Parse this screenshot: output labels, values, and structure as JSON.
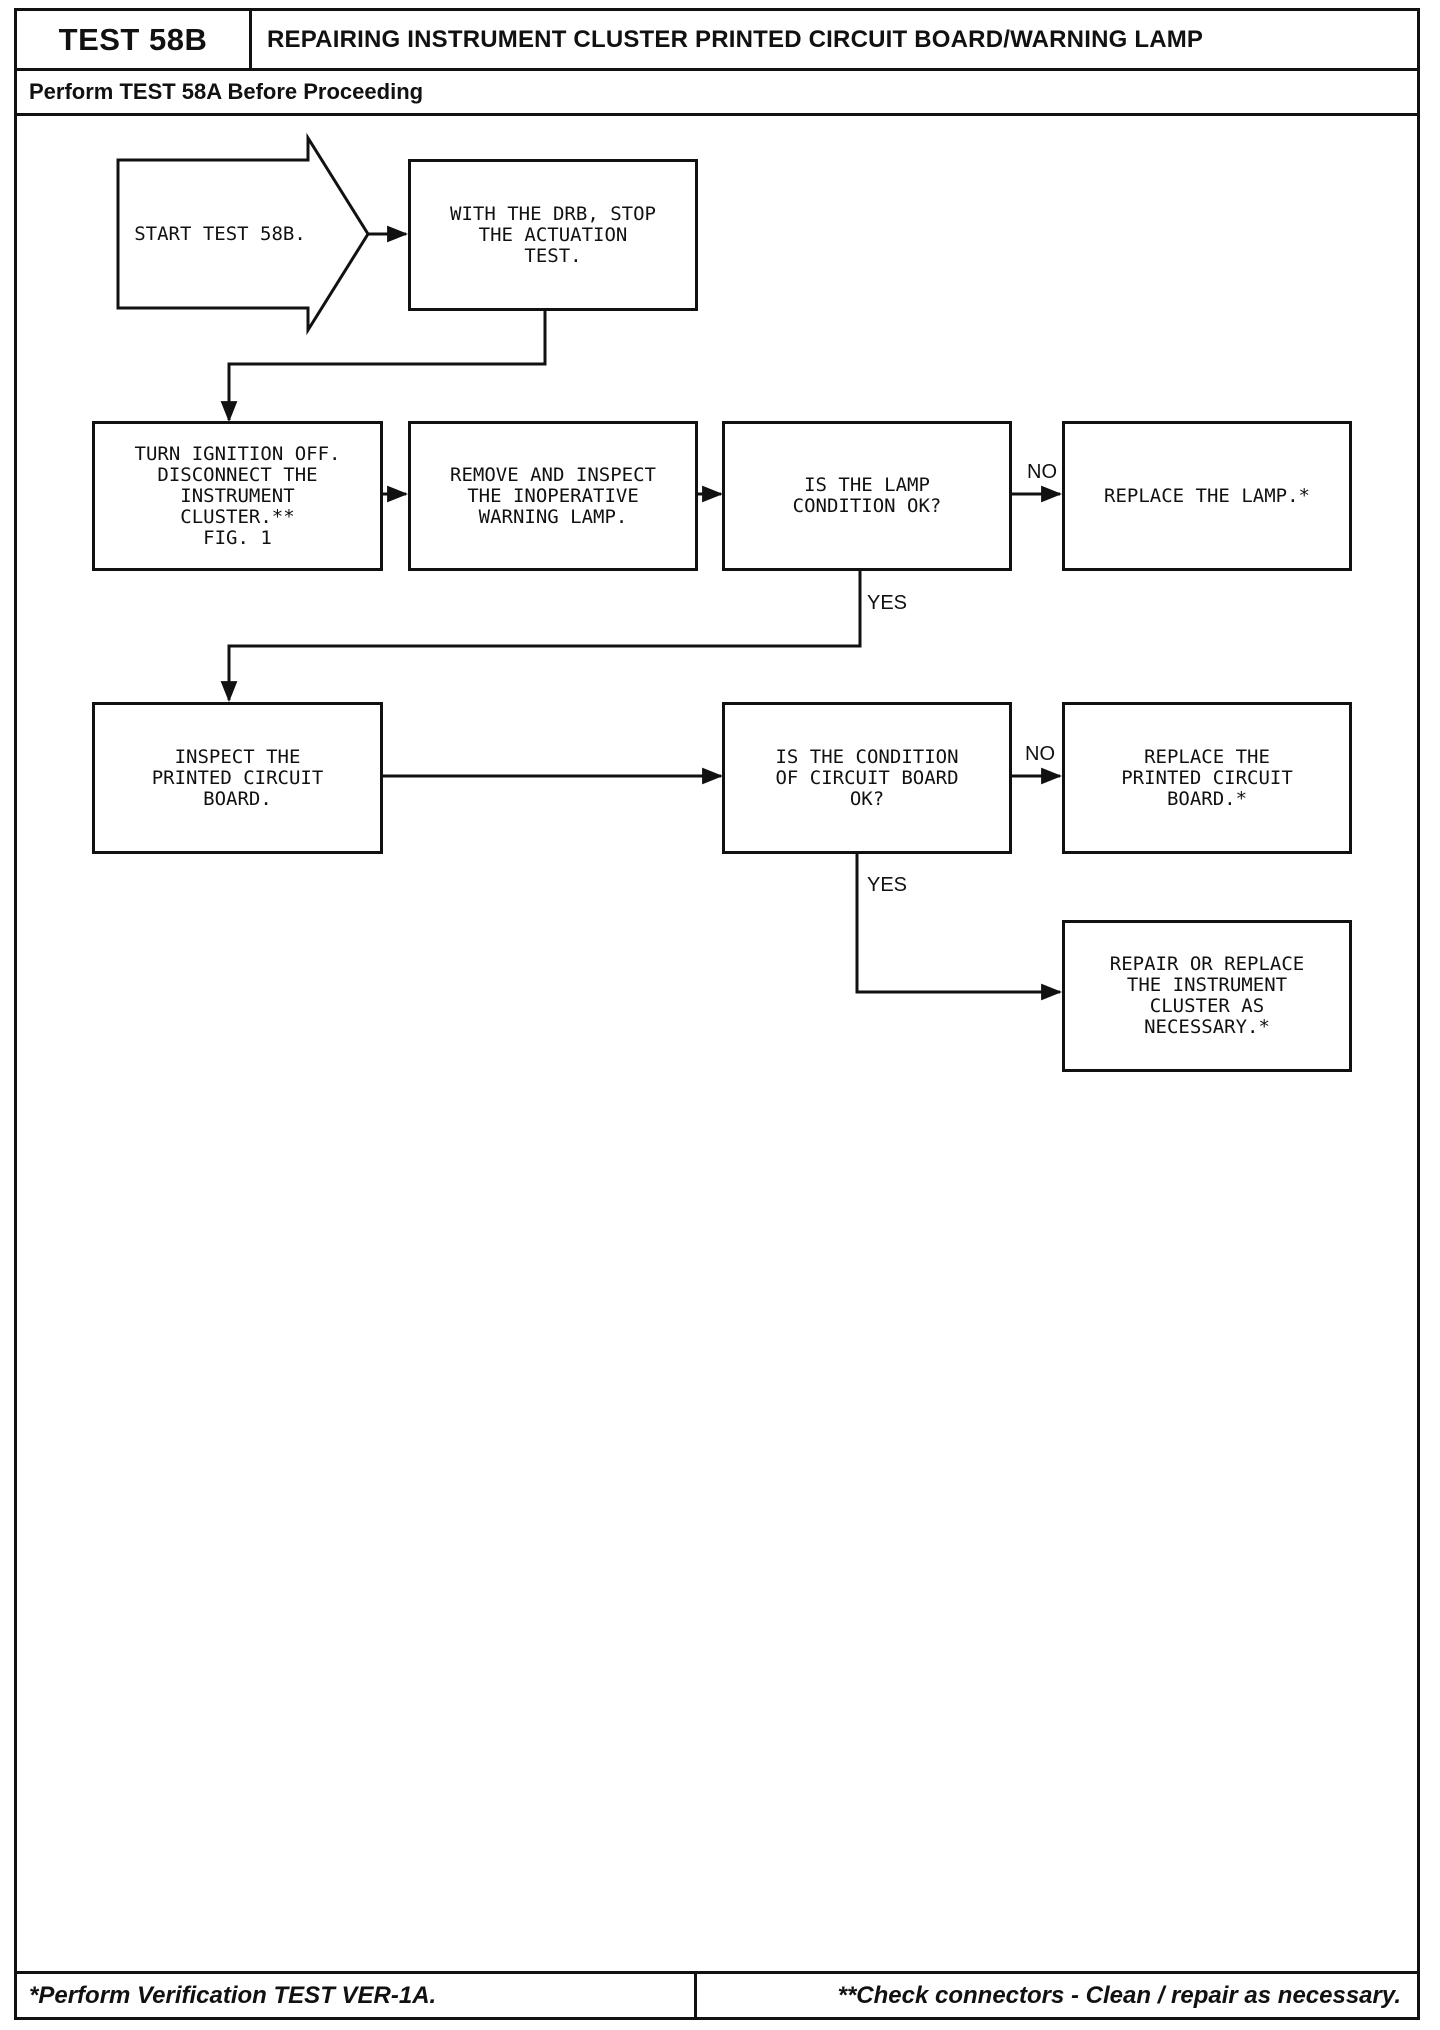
{
  "header": {
    "test_id": "TEST 58B",
    "title": "REPAIRING INSTRUMENT CLUSTER PRINTED CIRCUIT BOARD/WARNING LAMP",
    "subtitle": "Perform TEST 58A Before Proceeding"
  },
  "flow": {
    "start": "START TEST 58B.",
    "stop_actuation": "WITH THE DRB, STOP\nTHE ACTUATION\nTEST.",
    "turn_ignition_off": "TURN IGNITION OFF.\nDISCONNECT THE\nINSTRUMENT\nCLUSTER.**\nFIG. 1",
    "remove_inspect": "REMOVE AND INSPECT\nTHE INOPERATIVE\nWARNING LAMP.",
    "lamp_ok_question": "IS THE LAMP\nCONDITION OK?",
    "replace_lamp": "REPLACE THE LAMP.*",
    "inspect_pcb": "INSPECT THE\nPRINTED CIRCUIT\nBOARD.",
    "board_ok_question": "IS THE CONDITION\nOF CIRCUIT BOARD\nOK?",
    "replace_pcb": "REPLACE THE\nPRINTED CIRCUIT\nBOARD.*",
    "repair_cluster": "REPAIR OR REPLACE\nTHE INSTRUMENT\nCLUSTER AS\nNECESSARY.*",
    "label_no_1": "NO",
    "label_yes_1": "YES",
    "label_no_2": "NO",
    "label_yes_2": "YES"
  },
  "footer": {
    "left": "*Perform Verification TEST VER-1A.",
    "right": "**Check connectors - Clean / repair as necessary."
  }
}
